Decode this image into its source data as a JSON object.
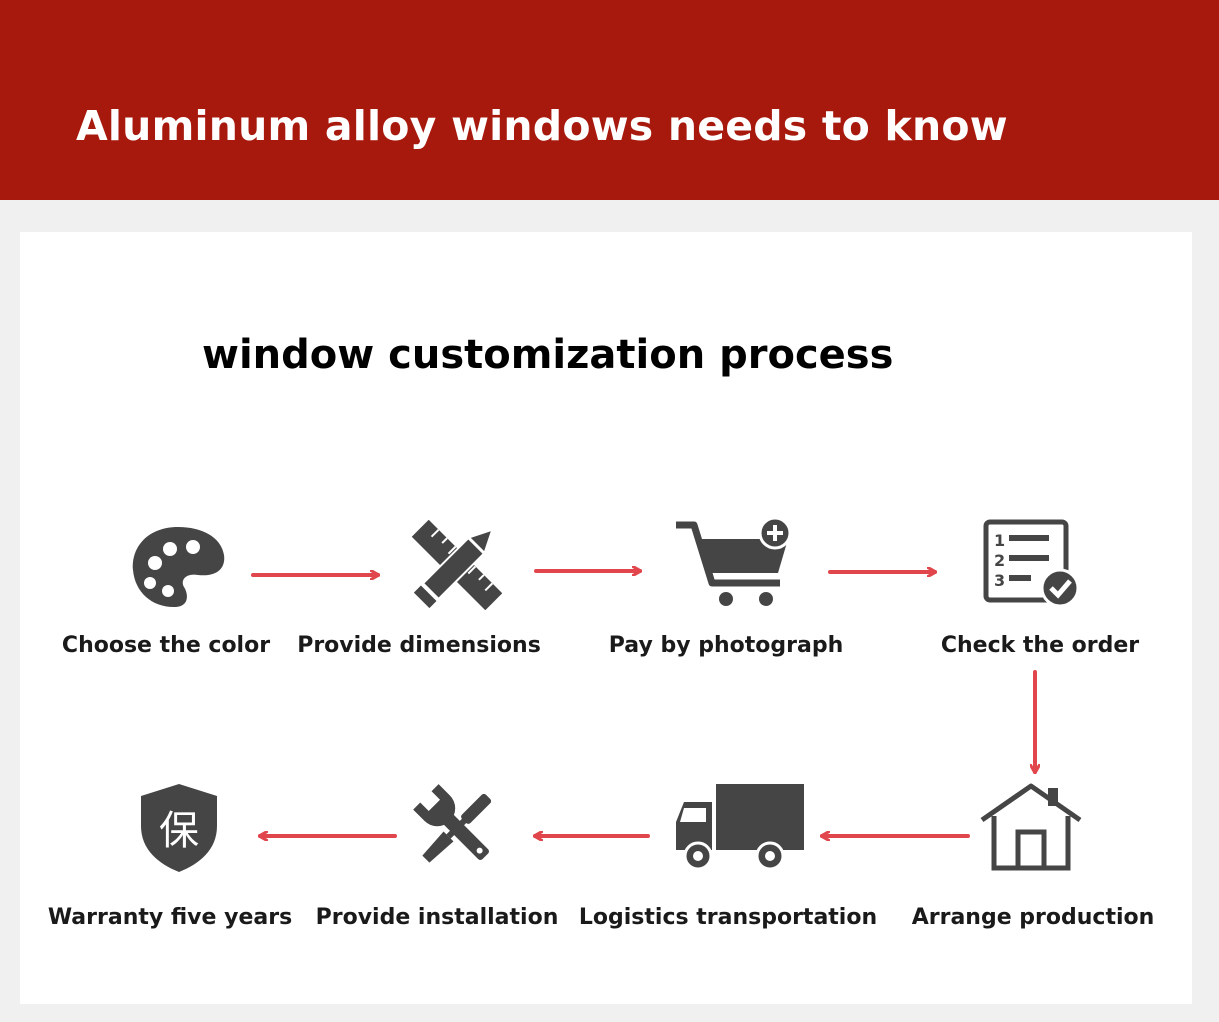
{
  "banner": {
    "title": "Aluminum alloy windows needs to know"
  },
  "subtitle": "window customization process",
  "icon_color": "#454545",
  "arrow_color": "#e0464b",
  "banner_color": "#a8190d",
  "steps": [
    {
      "label": "Choose the color",
      "icon": "palette-icon"
    },
    {
      "label": "Provide dimensions",
      "icon": "pencil-ruler-icon"
    },
    {
      "label": "Pay by photograph",
      "icon": "cart-plus-icon"
    },
    {
      "label": "Check the order",
      "icon": "checklist-icon"
    },
    {
      "label": "Arrange production",
      "icon": "house-icon"
    },
    {
      "label": "Logistics transportation",
      "icon": "truck-icon"
    },
    {
      "label": "Provide installation",
      "icon": "tools-icon"
    },
    {
      "label": "Warranty five years",
      "icon": "shield-bao-icon"
    }
  ],
  "warranty_glyph": "保"
}
